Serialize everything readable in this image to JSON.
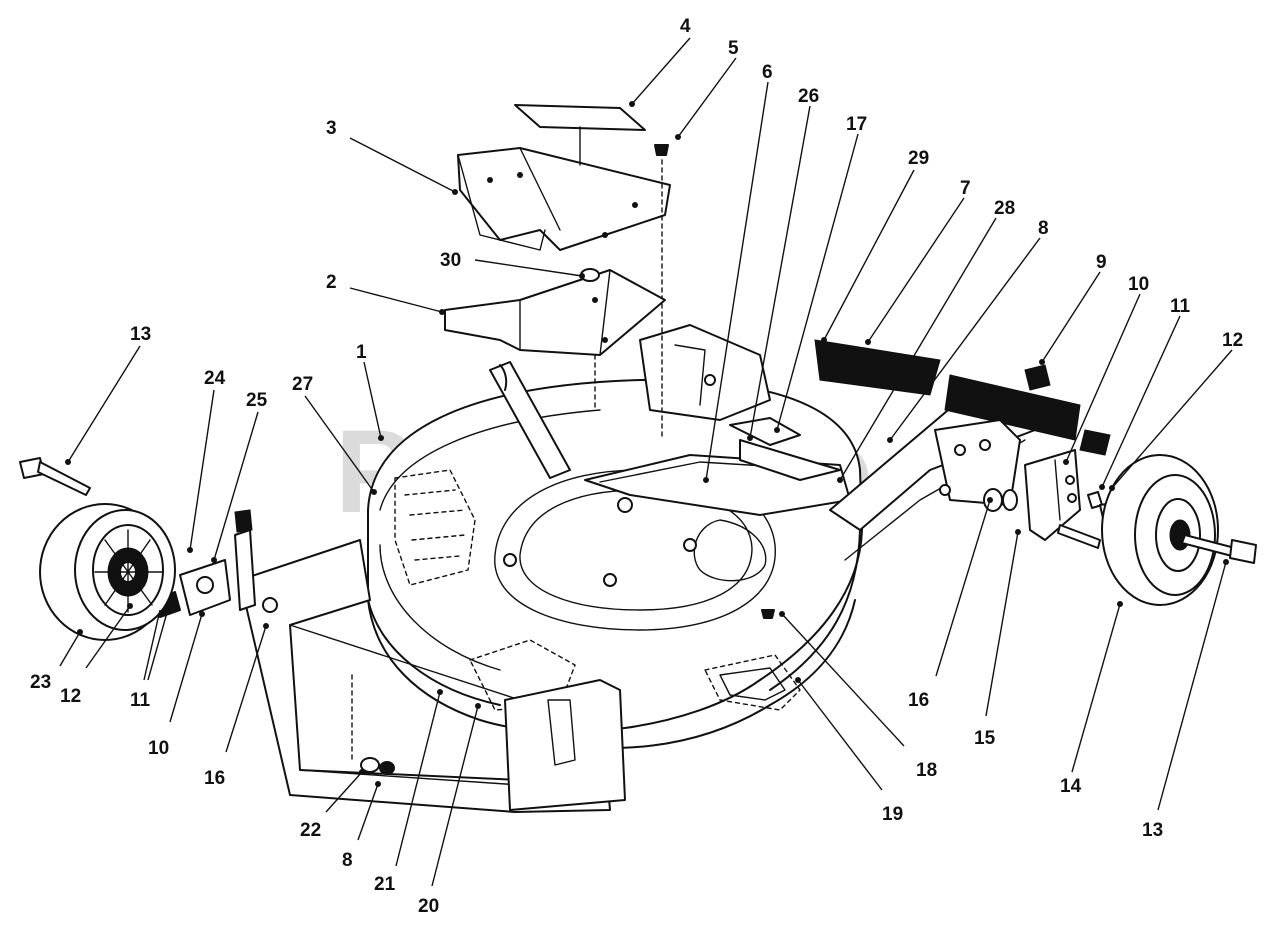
{
  "watermark": "PartsTree",
  "callouts": [
    {
      "id": "c4",
      "label": "4"
    },
    {
      "id": "c5",
      "label": "5"
    },
    {
      "id": "c6",
      "label": "6"
    },
    {
      "id": "c26a",
      "label": "26"
    },
    {
      "id": "c3",
      "label": "3"
    },
    {
      "id": "c17",
      "label": "17"
    },
    {
      "id": "c29",
      "label": "29"
    },
    {
      "id": "c7",
      "label": "7"
    },
    {
      "id": "c28",
      "label": "28"
    },
    {
      "id": "c8a",
      "label": "8"
    },
    {
      "id": "c30",
      "label": "30"
    },
    {
      "id": "c9",
      "label": "9"
    },
    {
      "id": "c10a",
      "label": "10"
    },
    {
      "id": "c2",
      "label": "2"
    },
    {
      "id": "c11a",
      "label": "11"
    },
    {
      "id": "c12a",
      "label": "12"
    },
    {
      "id": "c13a",
      "label": "13"
    },
    {
      "id": "c1",
      "label": "1"
    },
    {
      "id": "c24",
      "label": "24"
    },
    {
      "id": "c25",
      "label": "25"
    },
    {
      "id": "c27",
      "label": "27"
    },
    {
      "id": "c23",
      "label": "23"
    },
    {
      "id": "c12b",
      "label": "12"
    },
    {
      "id": "c11b",
      "label": "11"
    },
    {
      "id": "c10b",
      "label": "10"
    },
    {
      "id": "c16a",
      "label": "16"
    },
    {
      "id": "c16b",
      "label": "16"
    },
    {
      "id": "c15",
      "label": "15"
    },
    {
      "id": "c18",
      "label": "18"
    },
    {
      "id": "c19",
      "label": "19"
    },
    {
      "id": "c14",
      "label": "14"
    },
    {
      "id": "c13b",
      "label": "13"
    },
    {
      "id": "c22",
      "label": "22"
    },
    {
      "id": "c8b",
      "label": "8"
    },
    {
      "id": "c21",
      "label": "21"
    },
    {
      "id": "c20",
      "label": "20"
    }
  ]
}
